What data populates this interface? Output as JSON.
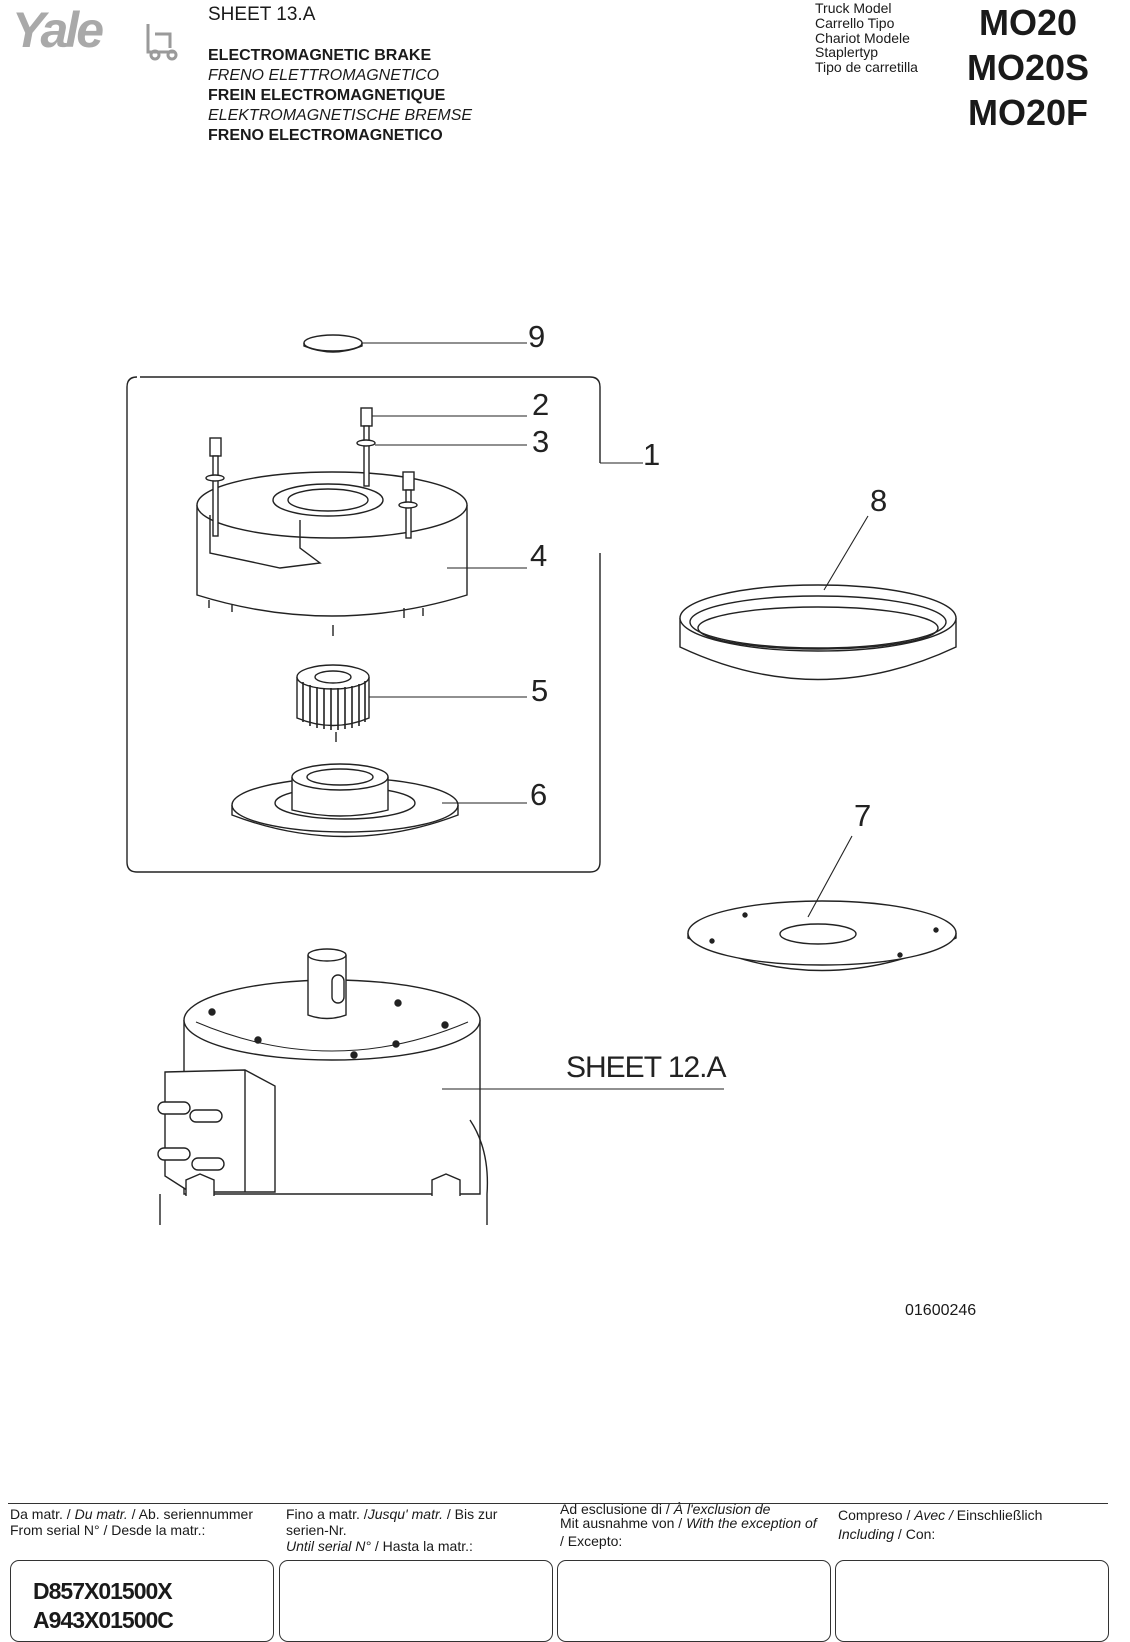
{
  "header": {
    "sheet": "SHEET 13.A",
    "titles": [
      {
        "text": "ELECTROMAGNETIC BRAKE",
        "style": "bold"
      },
      {
        "text": "FRENO ELETTROMAGNETICO",
        "style": "italic"
      },
      {
        "text": "FREIN ELECTROMAGNETIQUE",
        "style": "bold"
      },
      {
        "text": "ELEKTROMAGNETISCHE BREMSE",
        "style": "italic"
      },
      {
        "text": "FRENO ELECTROMAGNETICO",
        "style": "bold"
      }
    ],
    "truck_model_labels": [
      "Truck Model",
      "Carrello Tipo",
      "Chariot Modele",
      "Staplertyp",
      "Tipo de carretilla"
    ],
    "models": [
      "MO20",
      "MO20S",
      "MO20F"
    ]
  },
  "logo": {
    "text": "Yale",
    "icon": "forklift-icon"
  },
  "diagram": {
    "callouts": {
      "p9": "9",
      "p2": "2",
      "p3": "3",
      "p1": "1",
      "p8": "8",
      "p4": "4",
      "p5": "5",
      "p6": "6",
      "p7": "7"
    },
    "reference": "SHEET 12.A",
    "drawing_number": "01600246"
  },
  "footer": {
    "from_serial": {
      "l1": [
        "Da matr. / ",
        "Du matr.",
        " / Ab. seriennummer"
      ],
      "l2": "From serial N° / Desde la matr.:",
      "values": [
        "D857X01500X",
        "A943X01500C"
      ]
    },
    "until_serial": {
      "l1": [
        "Fino a matr. /",
        "Jusqu' matr.",
        " / Bis zur"
      ],
      "l2": "serien-Nr.",
      "l3": [
        "Until serial N°",
        "  / Hasta la matr.:"
      ]
    },
    "exception": {
      "l1": [
        "Ad esclusione di / ",
        "À l'exclusion de"
      ],
      "l2": [
        "Mit ausnahme von / ",
        "With the exception of"
      ],
      "l3": "/ Excepto:"
    },
    "including": {
      "l1": [
        "Compreso / ",
        "Avec /",
        "  Einschließlich"
      ],
      "l2": [
        "Including",
        "  / Con:"
      ]
    }
  }
}
